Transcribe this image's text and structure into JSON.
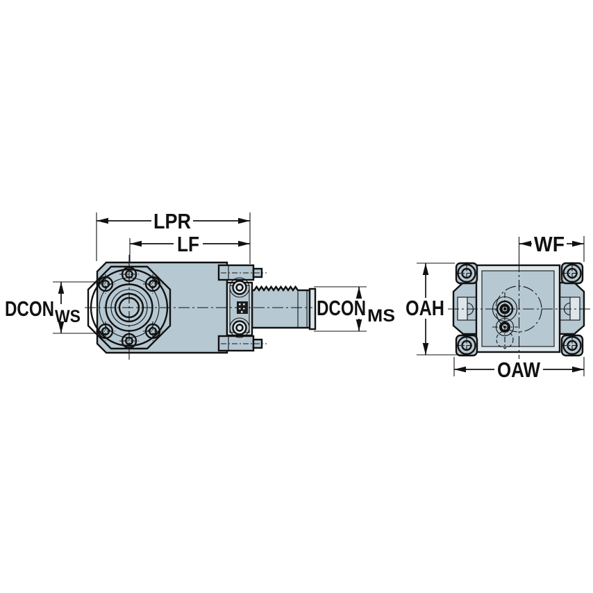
{
  "drawing": {
    "type": "technical-dimension-drawing",
    "background": "#ffffff",
    "body_fill": "#b6c8d2",
    "highlight_fill": "#dde6ea",
    "line_color": "#111111",
    "views": {
      "front_view": {
        "dimension_labels": [
          "LPR",
          "LF",
          "DCON WS",
          "DCON MS"
        ]
      },
      "end_view": {
        "dimension_labels": [
          "OAH",
          "OAW",
          "WF"
        ]
      }
    }
  },
  "labels": {
    "lpr": "LPR",
    "lf": "LF",
    "dcon_ws": {
      "main": "DCON",
      "sub": "WS"
    },
    "dcon_ms": {
      "main": "DCON",
      "sub": "MS"
    },
    "oah": "OAH",
    "oaw": "OAW",
    "wf": "WF"
  }
}
